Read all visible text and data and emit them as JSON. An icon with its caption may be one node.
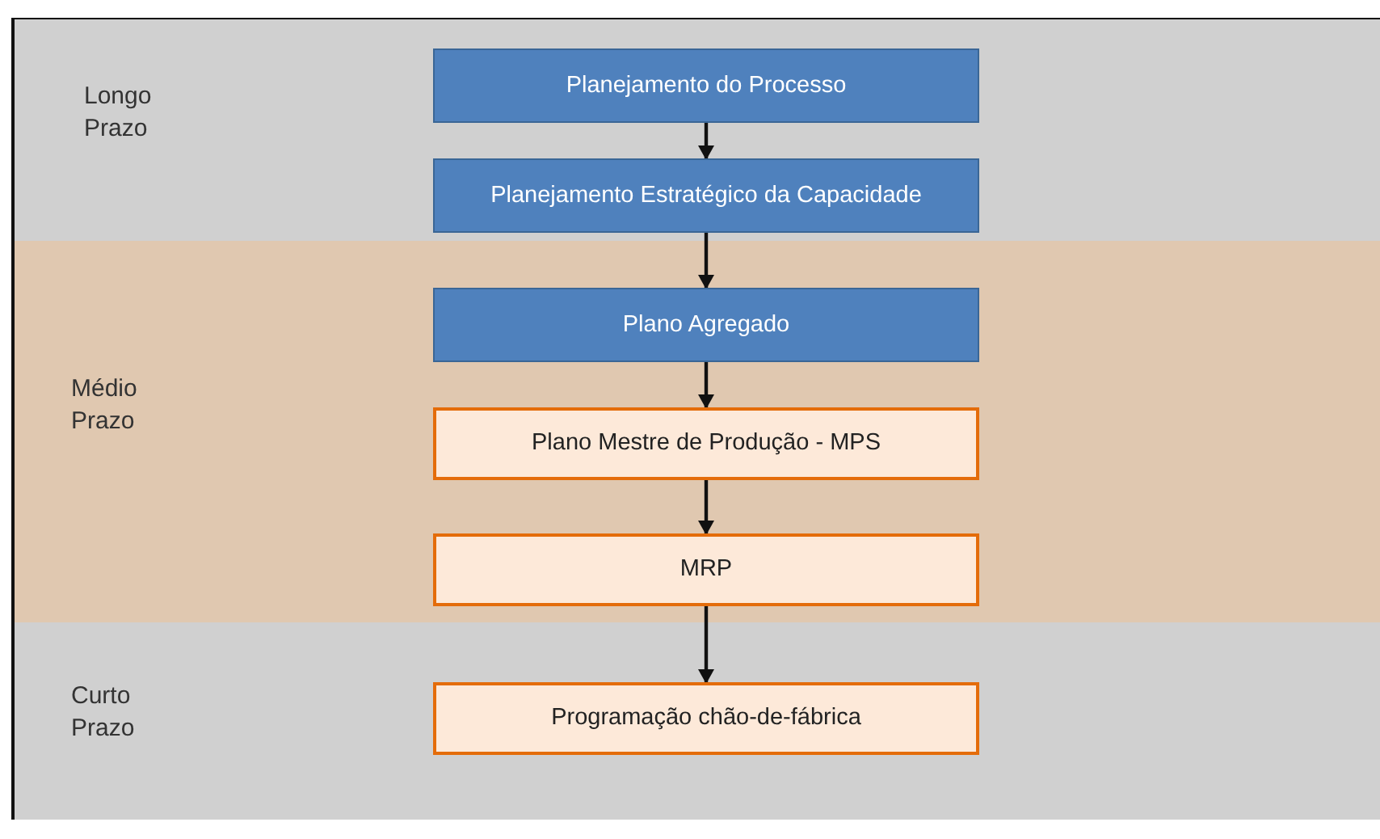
{
  "diagram": {
    "nodes": [
      {
        "text": [
          "Longo Prazo"
        ]
      },
      {
        "text": [
          "Planejamento do Processo"
        ],
        "in": 0
      },
      {
        "text": [
          "Planejamento Estratégico da Capacidade"
        ],
        "in": 0
      },
      {
        "text": [
          "Médio Prazo"
        ]
      },
      {
        "text": [
          "Plano Agregado"
        ],
        "in": 3
      },
      {
        "text": [
          "Plano Mestre de Produção - MPS"
        ],
        "in": 3
      },
      {
        "text": [
          "MRP"
        ],
        "in": 3
      },
      {
        "text": [
          "Curto Prazo"
        ]
      },
      {
        "text": [
          "Programação chão-de-fábrica"
        ],
        "in": 7
      }
    ],
    "edges": [
      {
        "from": 1,
        "to": 2,
        "arrow": "to"
      },
      {
        "from": 2,
        "to": 4,
        "arrow": "to"
      },
      {
        "from": 4,
        "to": 5,
        "arrow": "to"
      },
      {
        "from": 5,
        "to": 6,
        "arrow": "to"
      },
      {
        "from": 6,
        "to": 8,
        "arrow": "to"
      }
    ]
  }
}
